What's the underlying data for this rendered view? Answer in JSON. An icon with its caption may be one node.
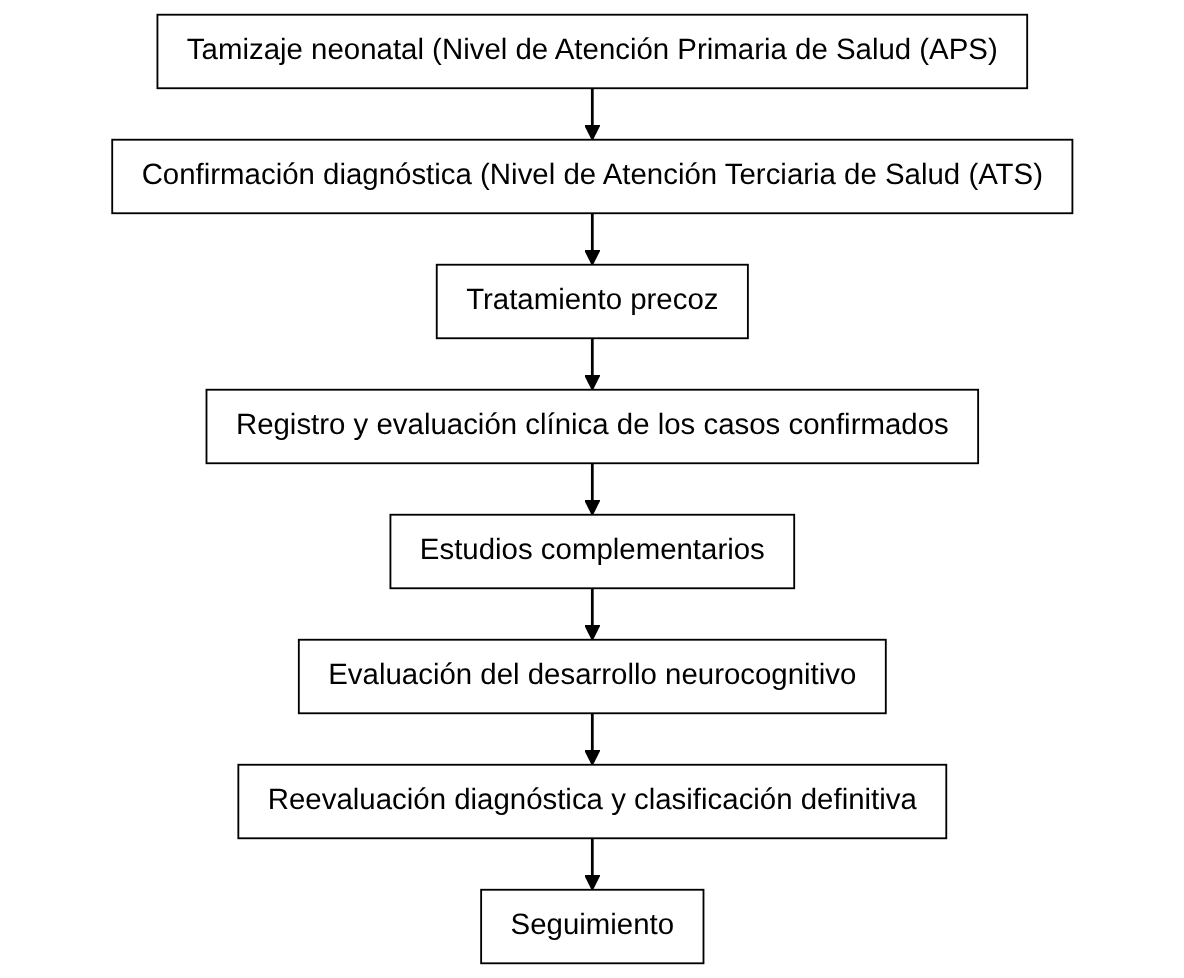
{
  "diagram": {
    "nodes": [
      {
        "text": [
          "Tamizaje neonatal (Nivel de Atención Primaria de Salud (APS)"
        ]
      },
      {
        "text": [
          "Confirmación diagnóstica (Nivel de Atención Terciaria de Salud (ATS)"
        ]
      },
      {
        "text": [
          "Tratamiento precoz"
        ]
      },
      {
        "text": [
          "Registro y evaluación clínica de los casos confirmados"
        ]
      },
      {
        "text": [
          "Estudios complementarios"
        ]
      },
      {
        "text": [
          "Evaluación del desarrollo neurocognitivo"
        ]
      },
      {
        "text": [
          "Reevaluación diagnóstica y clasificación definitiva"
        ]
      },
      {
        "text": [
          "Seguimiento"
        ]
      }
    ],
    "edges": [
      {
        "from": 0,
        "to": 1,
        "arrow": "to"
      },
      {
        "from": 1,
        "to": 2,
        "arrow": "to"
      },
      {
        "from": 2,
        "to": 3,
        "arrow": "to"
      },
      {
        "from": 3,
        "to": 4,
        "arrow": "to"
      },
      {
        "from": 4,
        "to": 5,
        "arrow": "to"
      },
      {
        "from": 5,
        "to": 6,
        "arrow": "to"
      },
      {
        "from": 6,
        "to": 7,
        "arrow": "to"
      }
    ]
  }
}
